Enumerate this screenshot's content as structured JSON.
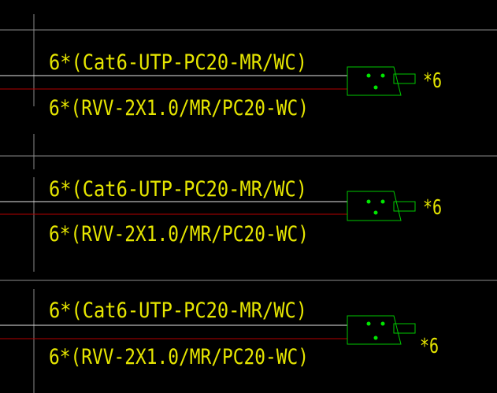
{
  "colors": {
    "background": "#000000",
    "grid_line": "#8c8c8c",
    "white_line": "#e6e6e6",
    "red_line": "#b40000",
    "label_yellow": "#e6e600",
    "symbol_green": "#00c800",
    "dot_green": "#00e600"
  },
  "rows": [
    {
      "data_cable_label": "6*(Cat6-UTP-PC20-MR/WC)",
      "power_cable_label": "6*(RVV-2X1.0/MR/PC20-WC)",
      "multiplier_label": "*6"
    },
    {
      "data_cable_label": "6*(Cat6-UTP-PC20-MR/WC)",
      "power_cable_label": "6*(RVV-2X1.0/MR/PC20-WC)",
      "multiplier_label": "*6"
    },
    {
      "data_cable_label": "6*(Cat6-UTP-PC20-MR/WC)",
      "power_cable_label": "6*(RVV-2X1.0/MR/PC20-WC)",
      "multiplier_label": "*6"
    }
  ],
  "icons": {
    "outlet_symbol": "camera-outlet-icon"
  }
}
